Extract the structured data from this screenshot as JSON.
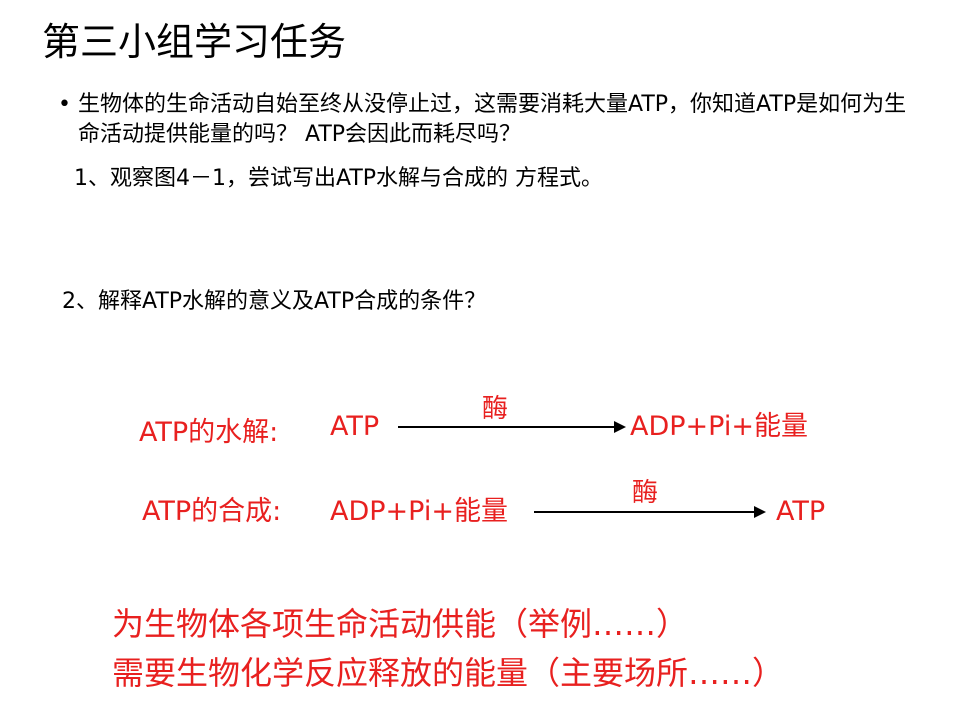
{
  "slide": {
    "title": "第三小组学习任务",
    "bullet": {
      "text": "生物体的生命活动自始至终从没停止过，这需要消耗大量ATP，你知道ATP是如何为生命活动提供能量的吗？ ATP会因此而耗尽吗？"
    },
    "question1": "1、观察图4－1，尝试写出ATP水解与合成的 方程式。",
    "question2": "2、解释ATP水解的意义及ATP合成的条件？",
    "hydrolysis": {
      "label": "ATP的水解:",
      "reactant": "ATP",
      "enzyme": "酶",
      "product": "ADP+Pi+能量"
    },
    "synthesis": {
      "label": "ATP的合成:",
      "reactant": "ADP+Pi+能量",
      "enzyme": "酶",
      "product": "ATP"
    },
    "summary": {
      "line1": "为生物体各项生命活动供能（举例……）",
      "line2": "需要生物化学反应释放的能量（主要场所……）"
    },
    "colors": {
      "text": "#000000",
      "accent_red": "#e8201f",
      "background": "#ffffff"
    }
  }
}
